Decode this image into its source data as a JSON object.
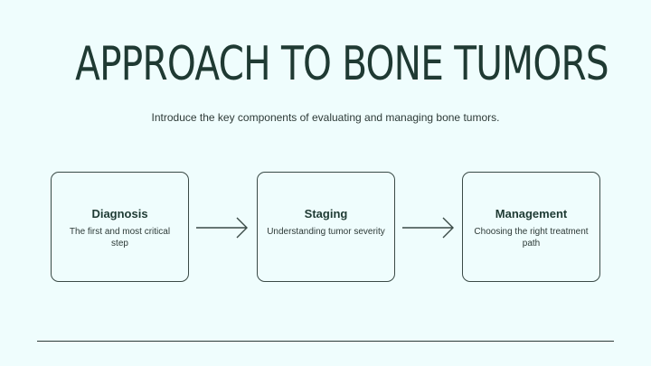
{
  "title": "APPROACH TO BONE TUMORS",
  "subtitle": "Introduce the key components of evaluating and managing bone tumors.",
  "steps": [
    {
      "title": "Diagnosis",
      "description": "The first and most critical step"
    },
    {
      "title": "Staging",
      "description": "Understanding tumor severity"
    },
    {
      "title": "Management",
      "description": "Choosing the right treatment path"
    }
  ],
  "colors": {
    "background": "#effdfd",
    "text": "#1f3a33",
    "border": "#3a4a46"
  }
}
